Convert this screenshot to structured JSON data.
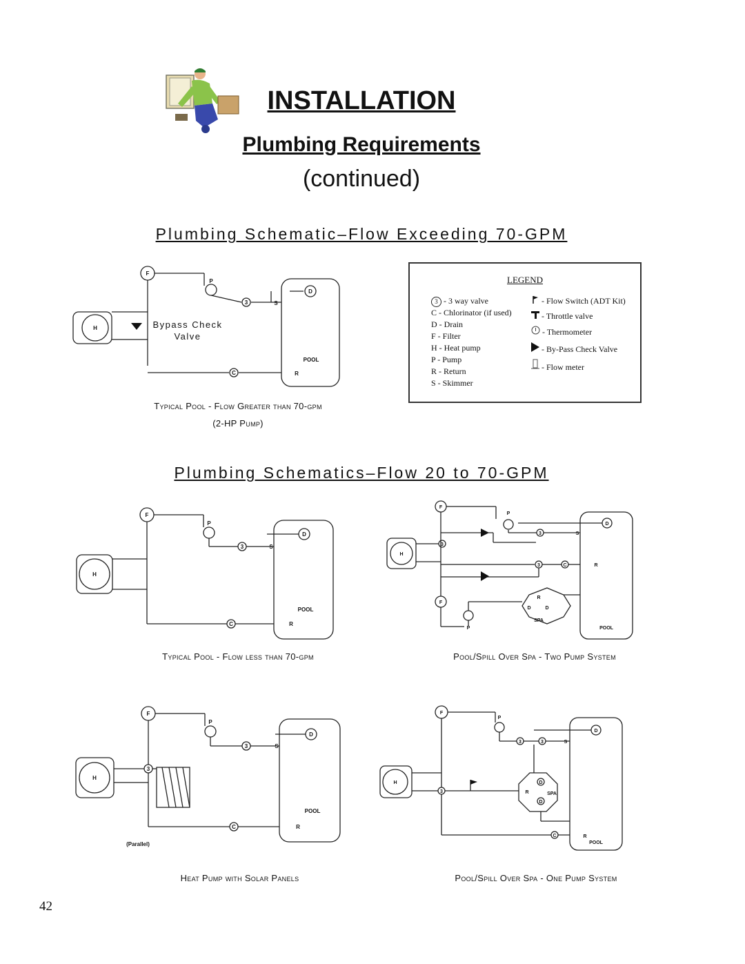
{
  "header": {
    "title": "INSTALLATION",
    "subtitle": "Plumbing Requirements",
    "continued": "(continued)"
  },
  "sections": {
    "exceeding": "Plumbing Schematic–Flow Exceeding 70-GPM",
    "range": "Plumbing Schematics–Flow 20 to 70-GPM"
  },
  "diagram1": {
    "bypass_line1": "Bypass Check",
    "bypass_line2": "Valve",
    "caption_line1": "Typical Pool - Flow Greater than 70-gpm",
    "caption_line2": "(2-HP Pump)"
  },
  "legend": {
    "title": "LEGEND",
    "left": [
      "- 3 way valve",
      "C - Chlorinator (if used)",
      "D - Drain",
      "F - Filter",
      "H - Heat pump",
      "P - Pump",
      "R - Return",
      "S - Skimmer"
    ],
    "right": [
      "- Flow Switch (ADT Kit)",
      "- Throttle valve",
      "- Thermometer",
      "- By-Pass Check Valve",
      "- Flow meter"
    ]
  },
  "captions": {
    "typical_less": "Typical Pool - Flow less than 70-gpm",
    "two_pump": "Pool/Spill Over Spa - Two Pump System",
    "solar": "Heat Pump with Solar Panels",
    "one_pump": "Pool/Spill Over Spa - One Pump System",
    "parallel": "(Parallel)"
  },
  "labels": {
    "F": "F",
    "P": "P",
    "H": "H",
    "D": "D",
    "C": "C",
    "R": "R",
    "S": "S",
    "three": "3",
    "pool": "POOL",
    "spa": "SPA"
  },
  "page_number": "42"
}
